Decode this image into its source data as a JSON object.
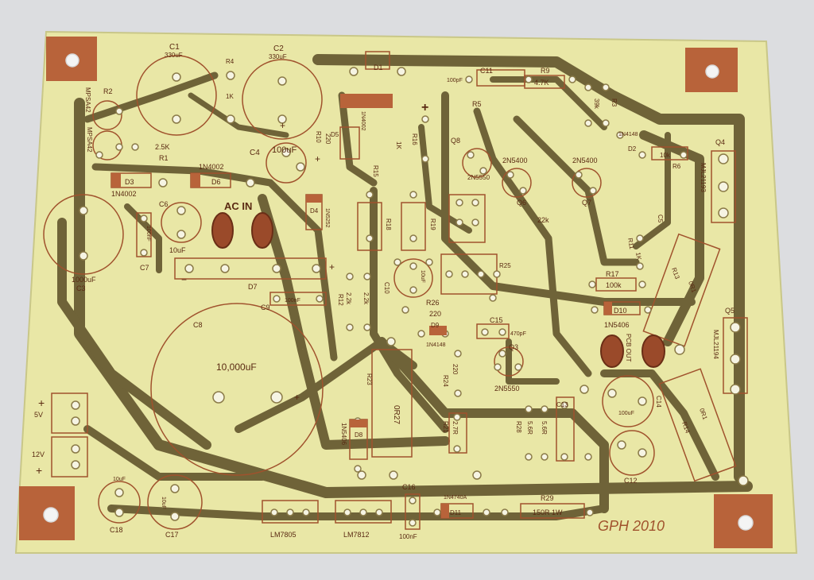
{
  "board": {
    "title": "AC IN",
    "signature": "GPH 2010",
    "colors": {
      "substrate": "#e9e7a6",
      "trace": "#6f6338",
      "copper": "#b8633a",
      "background": "#dcdde0"
    }
  },
  "labels": {
    "c1": "C1",
    "c1v": "330uF",
    "c2": "C2",
    "c2v": "330uF",
    "r4": "R4",
    "r4v": "1K",
    "c4": "C4",
    "c4v": "100uF",
    "r2": "R2",
    "mpsa42a": "MPSA42",
    "mpsa42b": "MPSA42",
    "r1": "R1",
    "r1v": "2.5K",
    "d3": "D3",
    "d3v": "1N4002",
    "d6": "D6",
    "d6v": "1N4002",
    "c6": "C6",
    "c6v": "10uF",
    "c7": "C7",
    "c7v": "100nF",
    "c3": "C3",
    "c3v": "1000uF",
    "d7": "D7",
    "c8": "C8",
    "c8v": "10,000uF",
    "c9": "C9",
    "c9v": "100nF",
    "d1": "D1",
    "d5": "D5",
    "d5v": "1N4002",
    "r10": "R10",
    "r10v": "220",
    "d4": "D4",
    "d4v": "1N5252",
    "r16": "R16",
    "r16v": "1K",
    "r15": "R15",
    "r18": "R18",
    "r19": "R19",
    "r12": "R12",
    "r12v1": "2.2k",
    "r12v2": "2.2k",
    "c10": "C10",
    "c10v": "10uF",
    "r26": "R26",
    "r26v": "220",
    "d9": "D9",
    "d9v": "1N4148",
    "c11": "C11",
    "c11v": "100pF",
    "r9": "R9",
    "r9v": "4.7K",
    "r5": "R5",
    "r3": "R3",
    "r3v": "39k",
    "q8": "Q8",
    "q6": "Q6",
    "q7": "Q7",
    "n5400a": "2N5400",
    "n5400b": "2N5400",
    "n5550": "2N5550",
    "r22": "22k",
    "r25": "R25",
    "r17": "R17",
    "r17v": "100k",
    "d10": "D10",
    "d10v": "1N5406",
    "c15": "C15",
    "c15v": "470pF",
    "q3": "Q3",
    "n5550b": "2N5550",
    "r24": "R24",
    "r24v": "220",
    "r23": "R23",
    "r27": "0R27",
    "d8": "D8",
    "d8v": "1N5406",
    "r21": "R21",
    "r21v": "2.7R",
    "r28": "R28",
    "r28v1": "5.6R",
    "r28v2": "5.6R",
    "c13": "C13",
    "c14": "C14",
    "c14v": "100uF",
    "c12": "C12",
    "q4": "Q4",
    "q4v": "MJL21193",
    "q5": "Q5",
    "q5v": "MJL21194",
    "r13": "R13",
    "r14": "R14",
    "r13v": "0R1",
    "r14v": "0R1",
    "r6": "R6",
    "r6v": "10k",
    "d2": "D2",
    "d2v": "1N4148",
    "c5": "C5",
    "v5": "5V",
    "v12": "12V",
    "c18": "C18",
    "c18v": "10uF",
    "c17": "C17",
    "c17v": "10uF",
    "u1": "LM7805",
    "u2": "LM7812",
    "c16": "C16",
    "c16v": "100nF",
    "d11": "D11",
    "d11v": "1N4740A",
    "r29": "R29",
    "r29v": "150R 1W",
    "pcbout": "PCB OUT",
    "r11": "R11",
    "r11v": "1K"
  }
}
